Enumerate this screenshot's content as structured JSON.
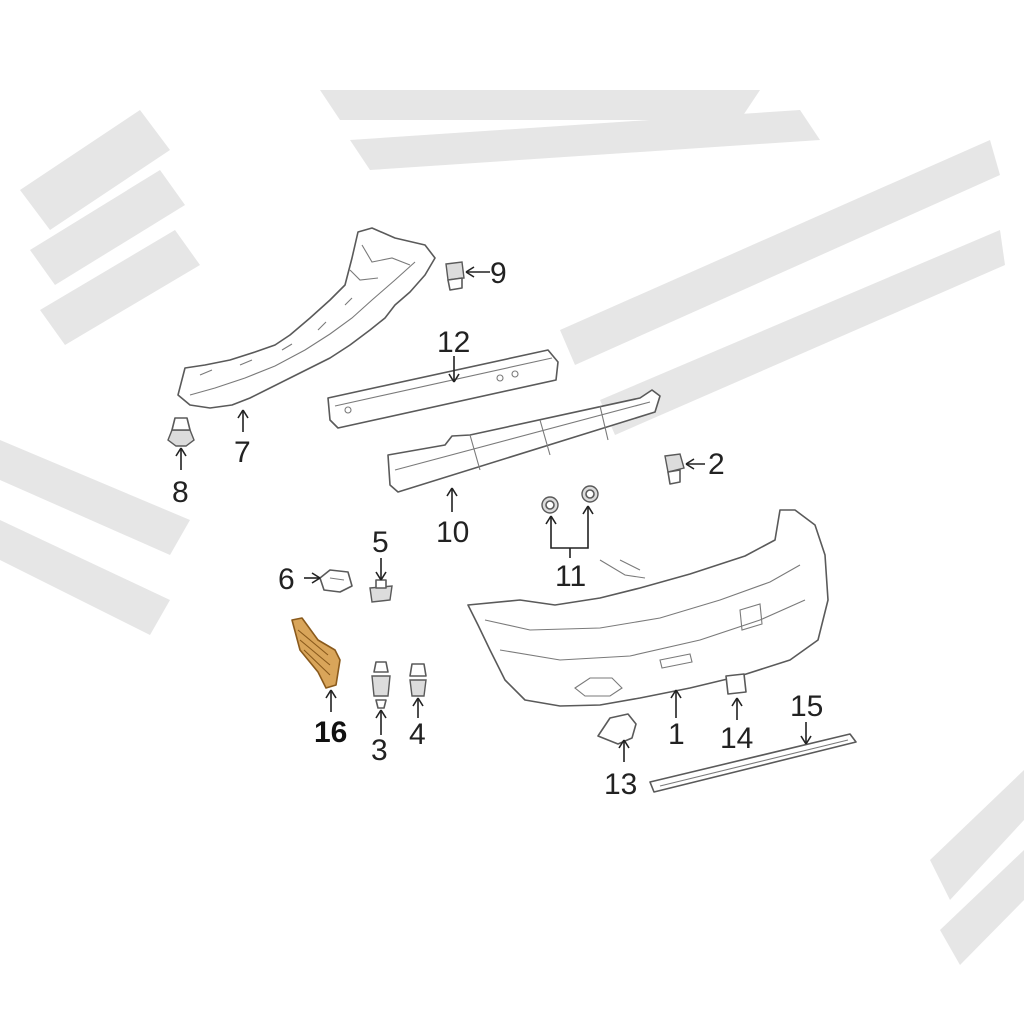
{
  "diagram": {
    "callouts": [
      {
        "id": "1",
        "label": "1"
      },
      {
        "id": "2",
        "label": "2"
      },
      {
        "id": "3",
        "label": "3"
      },
      {
        "id": "4",
        "label": "4"
      },
      {
        "id": "5",
        "label": "5"
      },
      {
        "id": "6",
        "label": "6"
      },
      {
        "id": "7",
        "label": "7"
      },
      {
        "id": "8",
        "label": "8"
      },
      {
        "id": "9",
        "label": "9"
      },
      {
        "id": "10",
        "label": "10"
      },
      {
        "id": "11",
        "label": "11"
      },
      {
        "id": "12",
        "label": "12"
      },
      {
        "id": "13",
        "label": "13"
      },
      {
        "id": "14",
        "label": "14"
      },
      {
        "id": "15",
        "label": "15"
      },
      {
        "id": "16",
        "label": "16"
      }
    ],
    "highlight_color": "#d9a55a",
    "highlighted_part": "16"
  }
}
